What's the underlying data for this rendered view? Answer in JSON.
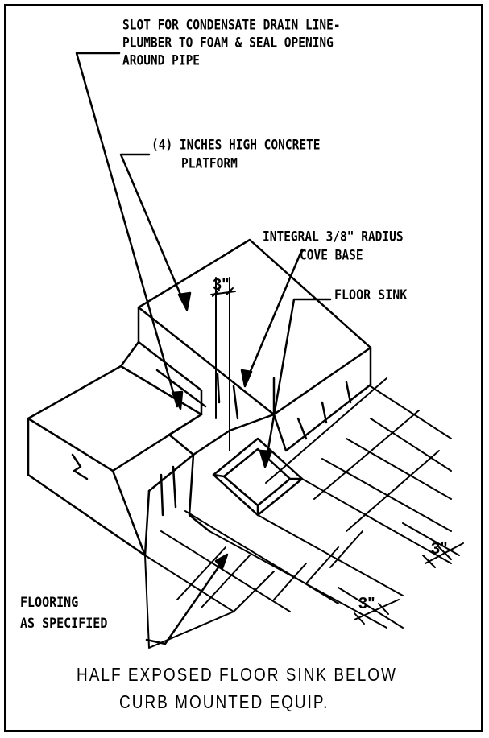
{
  "labels": {
    "condensate_line1": "SLOT FOR CONDENSATE DRAIN LINE-",
    "condensate_line2": "PLUMBER TO FOAM & SEAL OPENING",
    "condensate_line3": "AROUND PIPE",
    "platform_line1": "(4) INCHES HIGH CONCRETE",
    "platform_line2": "PLATFORM",
    "cove_line1": "INTEGRAL 3/8\" RADIUS",
    "cove_line2": "COVE BASE",
    "floor_sink": "FLOOR SINK",
    "flooring_line1": "FLOORING",
    "flooring_line2": "AS SPECIFIED"
  },
  "dimensions": {
    "vertical": "3\"",
    "right": "3\"",
    "bottom": "3\""
  },
  "caption": {
    "line1": "HALF EXPOSED FLOOR SINK BELOW",
    "line2": "CURB MOUNTED EQUIP."
  }
}
